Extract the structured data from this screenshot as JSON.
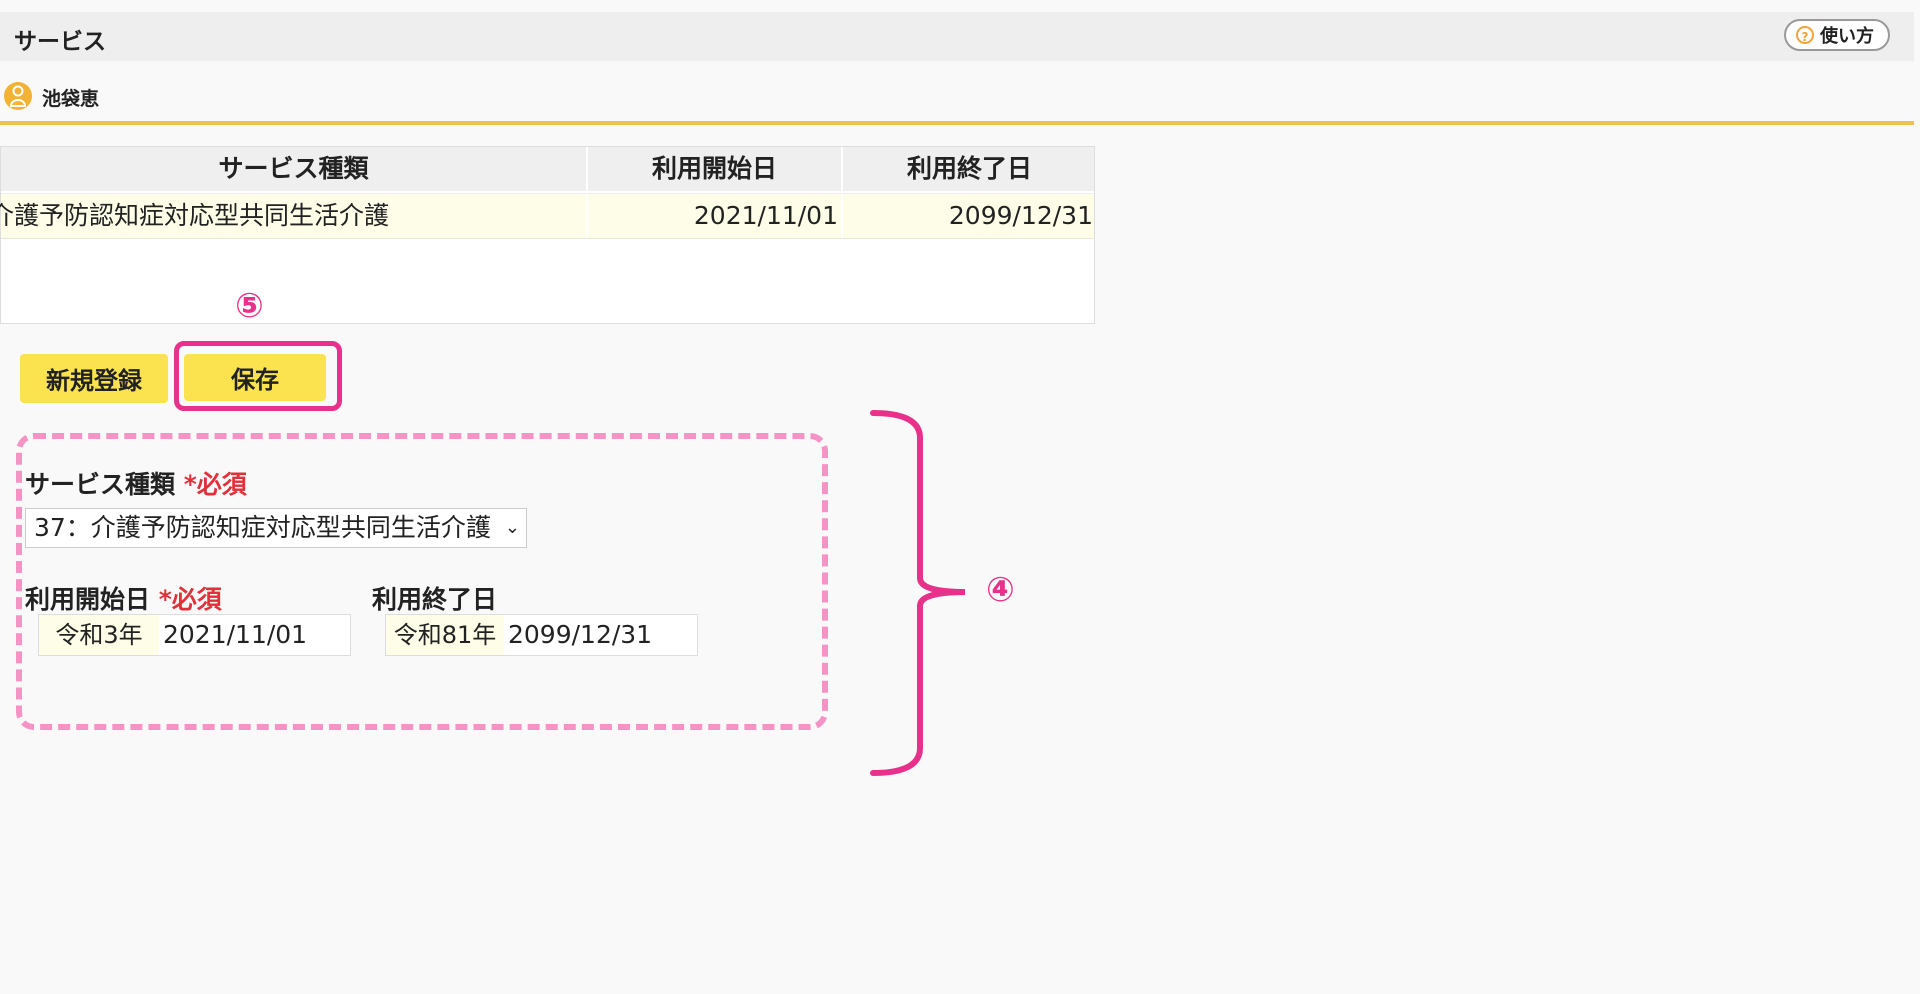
{
  "header": {
    "title": "サービス",
    "help_label": "使い方"
  },
  "user": {
    "name": "池袋恵"
  },
  "table": {
    "columns": [
      "サービス種類",
      "利用開始日",
      "利用終了日"
    ],
    "rows": [
      {
        "type": "介護予防認知症対応型共同生活介護",
        "start": "2021/11/01",
        "end": "2099/12/31"
      }
    ]
  },
  "annotations": {
    "five": "⑤",
    "four": "④"
  },
  "buttons": {
    "new_label": "新規登録",
    "save_label": "保存"
  },
  "form": {
    "type_label": "サービス種類",
    "required_mark": "*必須",
    "type_value": "37：介護予防認知症対応型共同生活介護",
    "start_label": "利用開始日",
    "end_label": "利用終了日",
    "start_era": "令和3年",
    "start_value": "2021/11/01",
    "end_era": "令和81年",
    "end_value": "2099/12/31"
  },
  "colors": {
    "accent_pink": "#e8318a",
    "button_yellow": "#fbe350",
    "required_red": "#e0303a",
    "header_line": "#f0c050"
  }
}
